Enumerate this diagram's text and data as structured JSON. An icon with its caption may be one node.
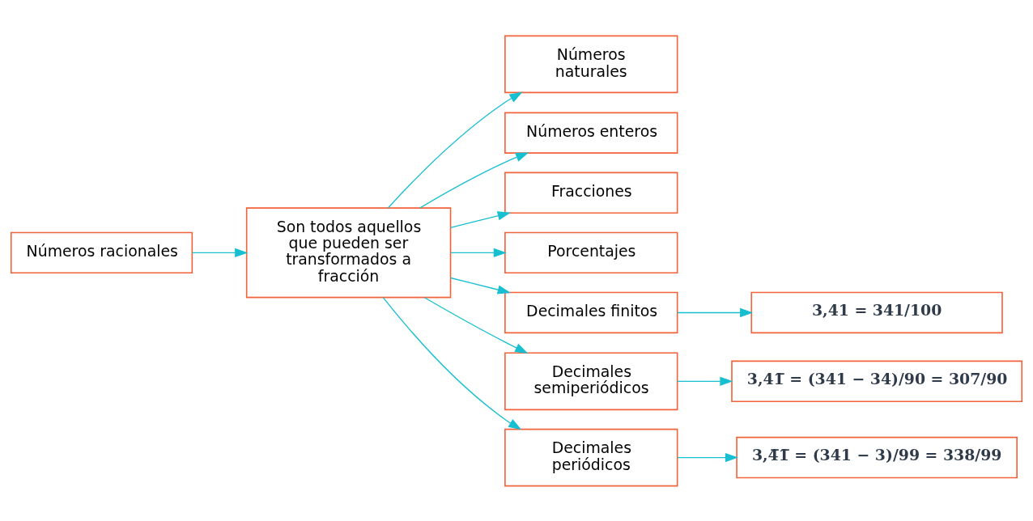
{
  "diagram": {
    "nodes": [
      {
        "text": [
          "Números racionales"
        ]
      },
      {
        "text": [
          "Son todos aquellos que pueden ser transformados a fracción"
        ]
      },
      {
        "text": [
          "Números naturales"
        ]
      },
      {
        "text": [
          "Números enteros"
        ]
      },
      {
        "text": [
          "Fracciones"
        ]
      },
      {
        "text": [
          "Porcentajes"
        ]
      },
      {
        "text": [
          "Decimales finitos"
        ]
      },
      {
        "text": [
          "Decimales semiperiódicos"
        ]
      },
      {
        "text": [
          "Decimales periódicos"
        ]
      },
      {
        "text": [
          "3,41 = 341/100"
        ]
      },
      {
        "text": [
          "3,41̅ = (341 − 34)/90 = 307/90"
        ]
      },
      {
        "text": [
          "3,4̅1̅ = (341 − 3)/99 = 338/99"
        ]
      }
    ],
    "edges": [
      {
        "from": 0,
        "to": 1,
        "arrow": "to"
      },
      {
        "from": 1,
        "to": 2,
        "arrow": "to"
      },
      {
        "from": 1,
        "to": 3,
        "arrow": "to"
      },
      {
        "from": 1,
        "to": 4,
        "arrow": "to"
      },
      {
        "from": 1,
        "to": 5,
        "arrow": "to"
      },
      {
        "from": 1,
        "to": 6,
        "arrow": "to"
      },
      {
        "from": 1,
        "to": 7,
        "arrow": "to"
      },
      {
        "from": 1,
        "to": 8,
        "arrow": "to"
      },
      {
        "from": 6,
        "to": 9,
        "arrow": "to"
      },
      {
        "from": 7,
        "to": 10,
        "arrow": "to"
      },
      {
        "from": 8,
        "to": 11,
        "arrow": "to"
      }
    ]
  }
}
